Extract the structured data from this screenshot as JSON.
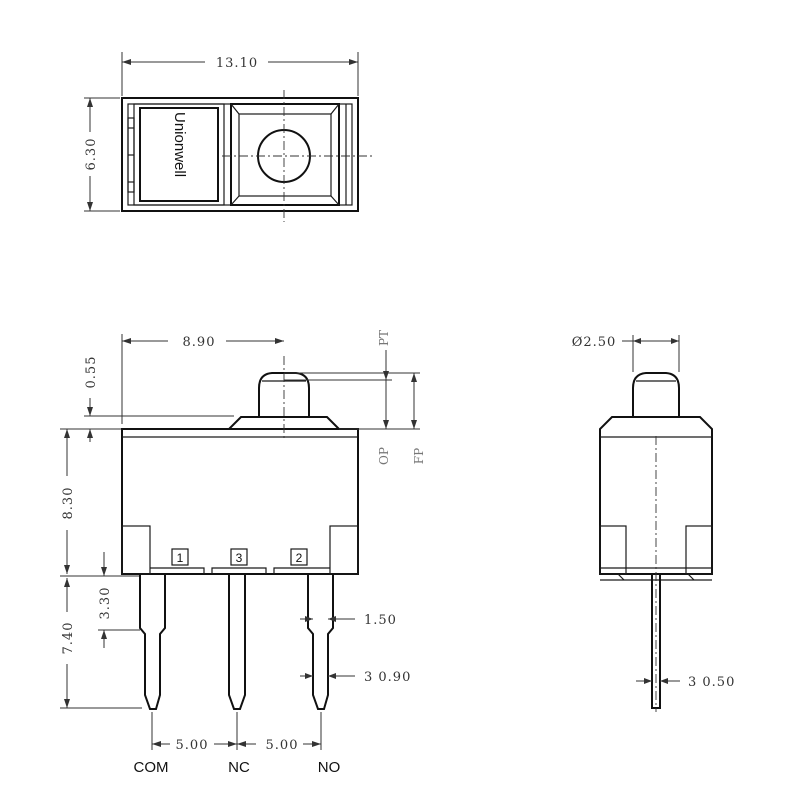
{
  "top_view": {
    "width_dim": "13.10",
    "height_dim": "6.30",
    "brand": "Unionwell"
  },
  "front_view": {
    "dim_plunger_offset": "8.90",
    "dim_plunger_protrusion": "0.55",
    "dim_body_height": "8.30",
    "dim_terminal_length": "7.40",
    "dim_shoulder": "3.30",
    "dim_terminal_width": "1.50",
    "dim_terminal_thickness": "3 0.90",
    "dim_pitch_left": "5.00",
    "dim_pitch_right": "5.00",
    "label_pt": "PT",
    "label_op": "OP",
    "label_fp": "FP",
    "pin_numbers": [
      "1",
      "3",
      "2"
    ],
    "terminals": [
      "COM",
      "NC",
      "NO"
    ]
  },
  "side_view": {
    "dim_plunger_diameter": "Ø2.50",
    "dim_terminal_thickness": "3 0.50"
  },
  "colors": {
    "line": "#1a1a1a",
    "dimension_text": "#333333",
    "label_grey": "#777777"
  }
}
